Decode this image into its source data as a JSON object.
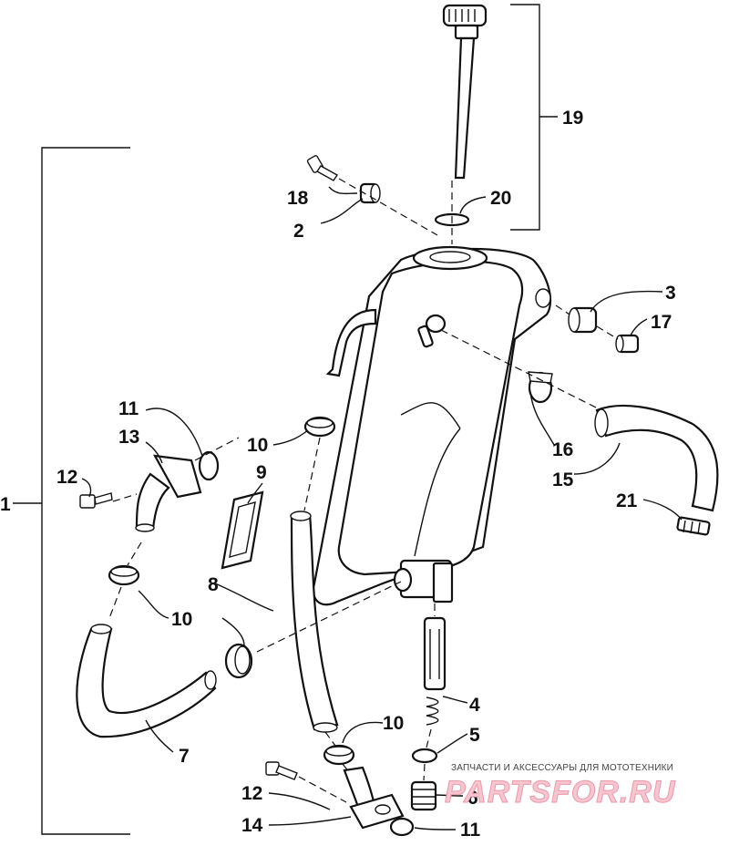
{
  "diagram": {
    "labels": {
      "p1": "1",
      "p2": "2",
      "p3": "3",
      "p4": "4",
      "p5": "5",
      "p6": "6",
      "p7": "7",
      "p8": "8",
      "p9": "9",
      "p10a": "10",
      "p10b": "10",
      "p10c": "10",
      "p11a": "11",
      "p11b": "11",
      "p12a": "12",
      "p12b": "12",
      "p13": "13",
      "p14": "14",
      "p15": "15",
      "p16": "16",
      "p17": "17",
      "p18": "18",
      "p19": "19",
      "p20": "20",
      "p21": "21"
    }
  },
  "watermark": {
    "subtitle": "ЗАПЧАСТИ И АКСЕССУАРЫ ДЛЯ МОТОТЕХНИКИ",
    "brand": "PARTSFOR.RU",
    "color": "#f7c5cf"
  }
}
